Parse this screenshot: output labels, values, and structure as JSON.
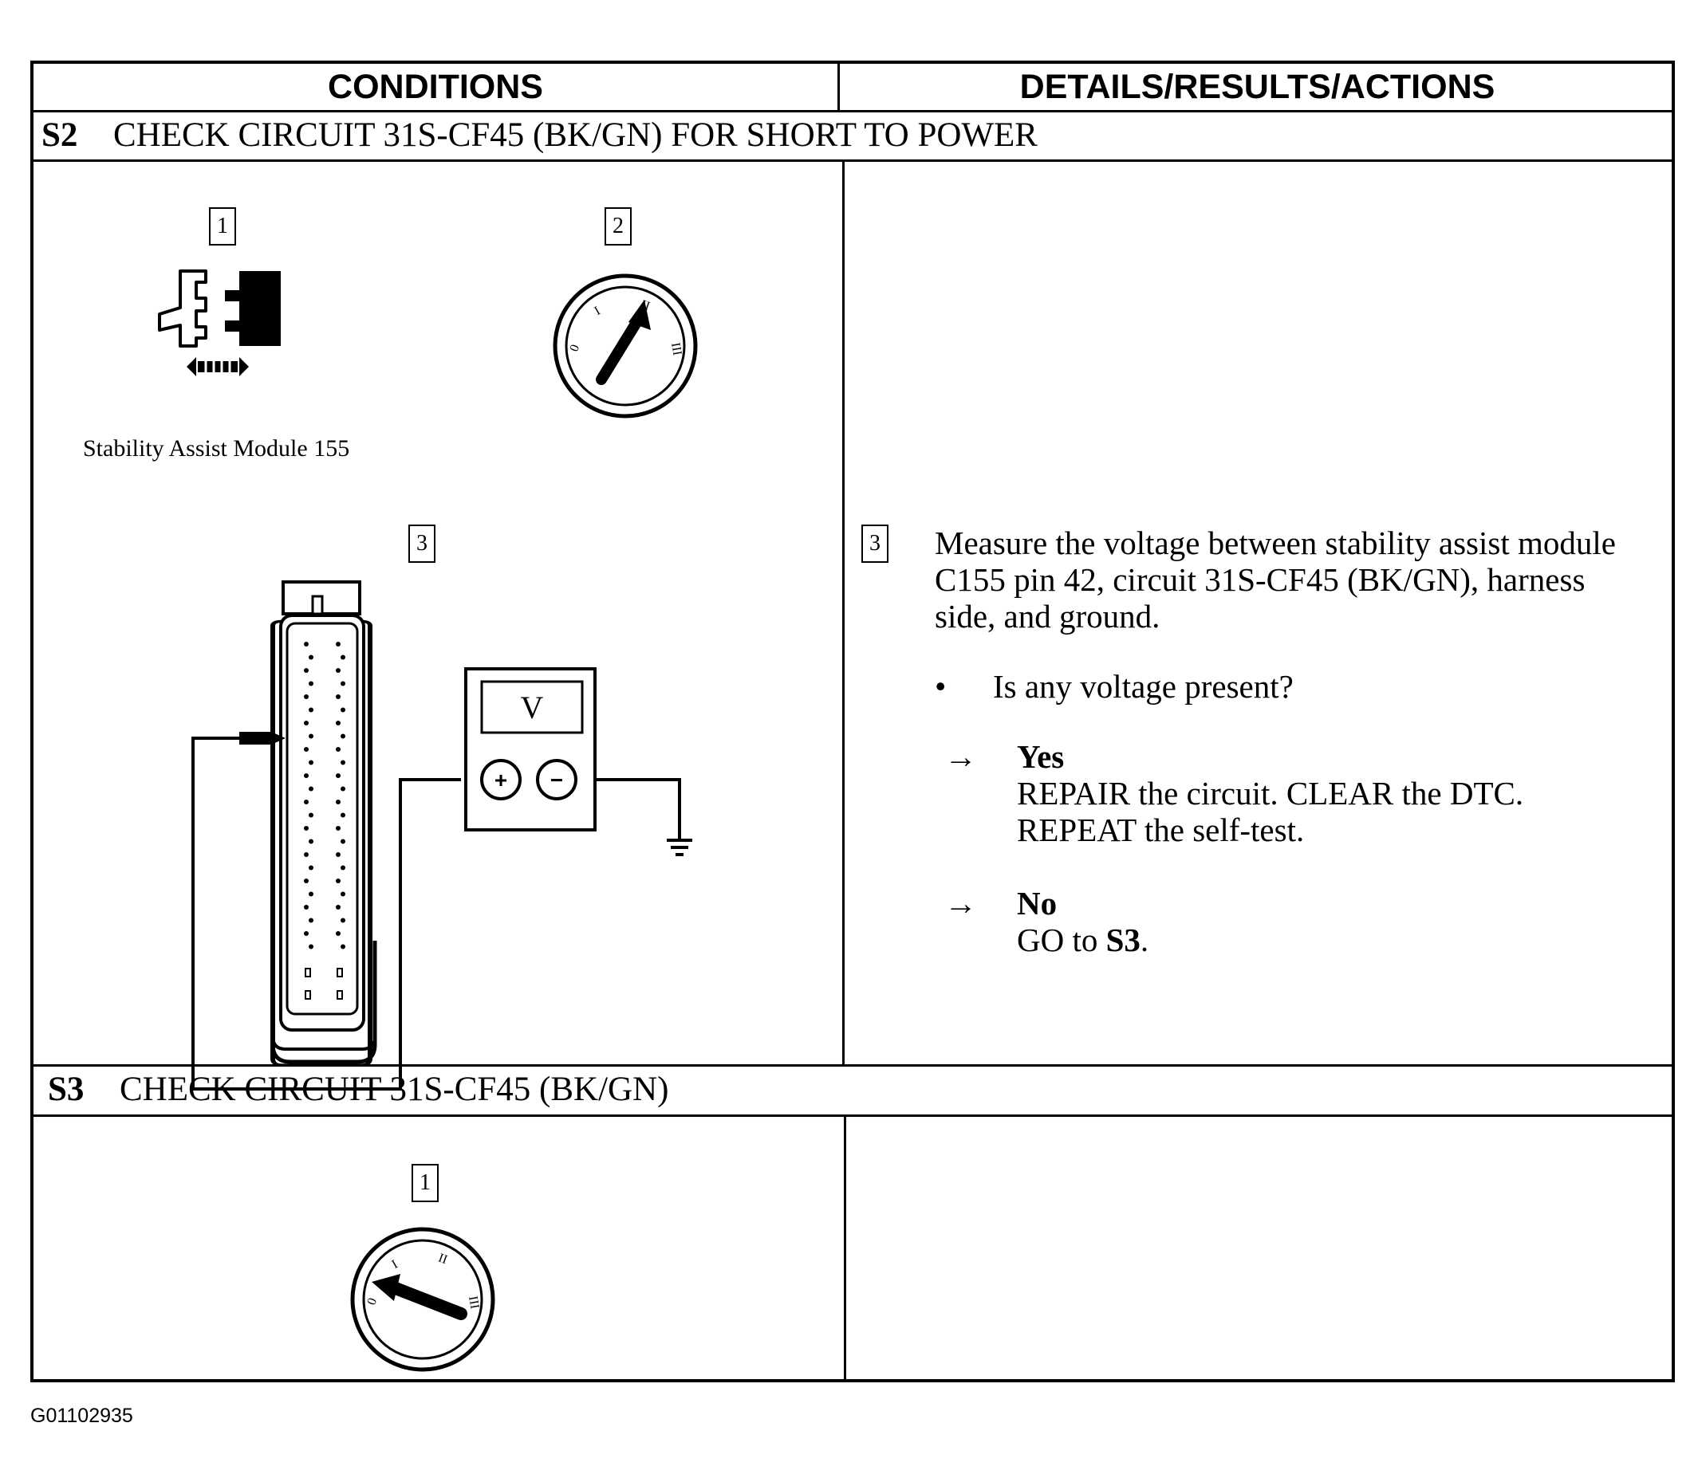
{
  "header": {
    "conditions": "CONDITIONS",
    "details": "DETAILS/RESULTS/ACTIONS"
  },
  "steps": [
    {
      "id": "S2",
      "title": "CHECK CIRCUIT 31S-CF45 (BK/GN) FOR SHORT TO POWER"
    },
    {
      "id": "S3",
      "title": "CHECK CIRCUIT 31S-CF45 (BK/GN)"
    }
  ],
  "s2": {
    "callouts": [
      "1",
      "2",
      "3"
    ],
    "connector_caption": "Stability Assist Module 155",
    "ignition_marks": [
      "0",
      "I",
      "II",
      "III"
    ],
    "meter_display": "V",
    "meter_plus": "+",
    "meter_minus": "−",
    "detail": {
      "callout": "3",
      "instruction": "Measure the voltage between stability assist module C155 pin 42, circuit 31S-CF45 (BK/GN), harness side, and ground.",
      "bullet": "•",
      "question": "Is any voltage present?",
      "arrow": "→",
      "results": [
        {
          "answer": "Yes",
          "action_lines": [
            "REPAIR the circuit. CLEAR the DTC.",
            "REPEAT the self-test."
          ]
        },
        {
          "answer": "No",
          "action_prefix": "GO to ",
          "action_bold": "S3",
          "action_suffix": "."
        }
      ]
    }
  },
  "s3": {
    "callouts": [
      "1"
    ],
    "ignition_marks": [
      "0",
      "I",
      "II",
      "III"
    ]
  },
  "figure_id": "G01102935"
}
